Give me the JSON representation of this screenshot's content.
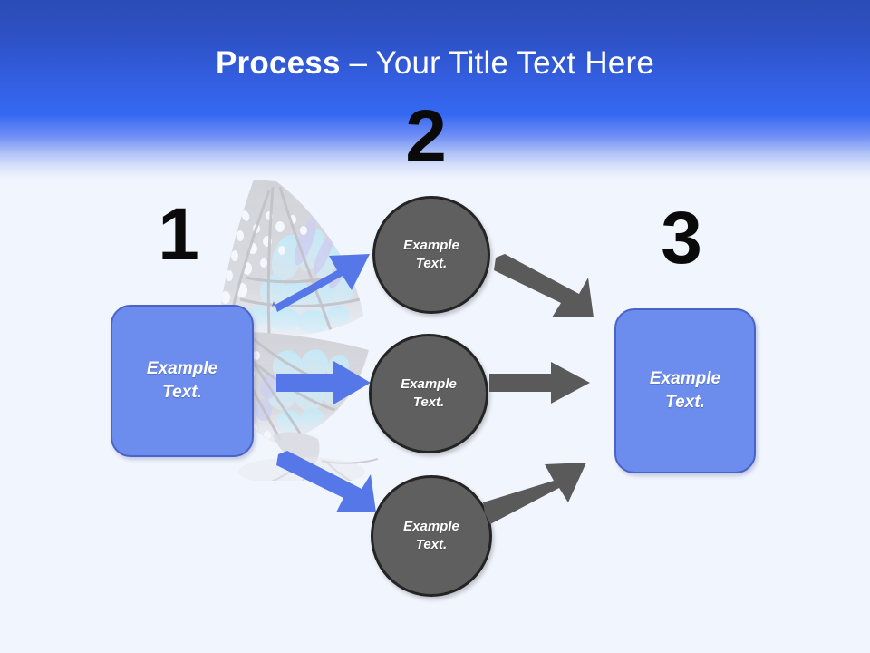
{
  "slide": {
    "title_bold": "Process",
    "title_rest": " – Your Title Text Here",
    "background_color": "#f1f5fd",
    "header_gradient_top": "#2a4cb4",
    "header_gradient_mid": "#3568f2",
    "header_gradient_bottom": "#f1f5fd"
  },
  "steps": [
    {
      "number": "1"
    },
    {
      "number": "2"
    },
    {
      "number": "3"
    }
  ],
  "nodes": {
    "input_box": {
      "label": "Example\nText.",
      "fill": "#6c8cee",
      "border": "#4a63c8"
    },
    "output_box": {
      "label": "Example\nText.",
      "fill": "#6c8cee",
      "border": "#4a63c8"
    },
    "circles": [
      {
        "label": "Example\nText.",
        "fill": "#5f5f5f",
        "border": "#242424"
      },
      {
        "label": "Example\nText.",
        "fill": "#5f5f5f",
        "border": "#242424"
      },
      {
        "label": "Example\nText.",
        "fill": "#5f5f5f",
        "border": "#242424"
      }
    ]
  },
  "arrows": {
    "blue_color": "#5577e8",
    "gray_color": "#5a5a5a",
    "items": [
      {
        "name": "blue-up-right"
      },
      {
        "name": "blue-right"
      },
      {
        "name": "blue-down-right"
      },
      {
        "name": "gray-down-right"
      },
      {
        "name": "gray-right"
      },
      {
        "name": "gray-up-right"
      }
    ]
  },
  "decoration": {
    "butterfly": {
      "wing_gray": "#c6c6cb",
      "wing_cyan": "#aee3f5",
      "wing_lavender": "#c3c6ee"
    }
  }
}
